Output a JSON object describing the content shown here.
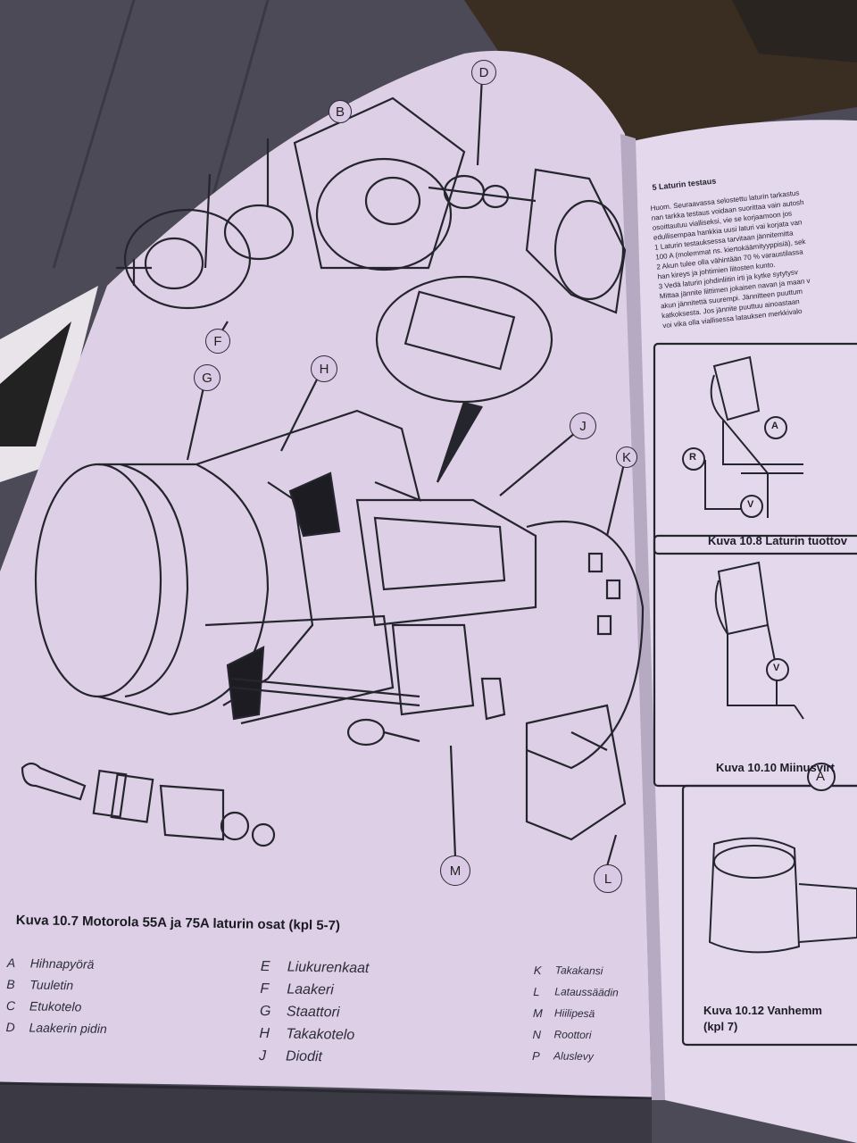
{
  "left_page": {
    "figure_caption": "Kuva 10.7 Motorola 55A ja 75A laturin osat (kpl 5-7)",
    "callouts": [
      "B",
      "D",
      "F",
      "G",
      "H",
      "J",
      "K",
      "M",
      "L"
    ],
    "legend": {
      "col1": [
        {
          "key": "A",
          "label": "Hihnapyörä"
        },
        {
          "key": "B",
          "label": "Tuuletin"
        },
        {
          "key": "C",
          "label": "Etukotelo"
        },
        {
          "key": "D",
          "label": "Laakerin pidin"
        }
      ],
      "col2": [
        {
          "key": "E",
          "label": "Liukurenkaat"
        },
        {
          "key": "F",
          "label": "Laakeri"
        },
        {
          "key": "G",
          "label": "Staattori"
        },
        {
          "key": "H",
          "label": "Takakotelo"
        },
        {
          "key": "J",
          "label": "Diodit"
        }
      ],
      "col3": [
        {
          "key": "K",
          "label": "Takakansi"
        },
        {
          "key": "L",
          "label": "Lataussäädin"
        },
        {
          "key": "M",
          "label": "Hiilipesä"
        },
        {
          "key": "N",
          "label": "Roottori"
        },
        {
          "key": "P",
          "label": "Aluslevy"
        }
      ]
    }
  },
  "right_page": {
    "section_heading": "5 Laturin testaus",
    "body_lines": [
      "Huom. Seuraavassa selostettu laturin tarkastus",
      "nan tarkka testaus voidaan suorittaa vain autosh",
      "osoittautuu vialliseksi, vie se korjaamoon jos",
      "edullisempaa hankkia uusi laturi vai korjata van",
      "1 Laturin testauksessa tarvitaan jännitemitta",
      "100 A (molemmat ns. kiertokäämityyppisiä), sek",
      "2 Akun tulee olla vähintään 70 % varaustilassa",
      "han kireys ja johtimien liitosten kunto.",
      "3 Vedä laturin johdinliitin irti ja kytke sytytysv",
      "Mittaa jännite liittimen jokaisen navan ja maan v",
      "akun jännitettä suurempi. Jännitteen puuttum",
      "katkoksesta. Jos jännite puuttuu ainoastaan",
      "voi vika olla viallisessa latauksen merkkivalo"
    ],
    "fig_10_8": "Kuva 10.8 Laturin tuottov",
    "fig_10_10": "Kuva 10.10 Miinusvirt",
    "fig_10_12_line1": "Kuva 10.12 Vanhemm",
    "fig_10_12_line2": "(kpl 7)",
    "meter_labels": [
      "A",
      "V",
      "R",
      "V"
    ],
    "callout_a": "A"
  }
}
